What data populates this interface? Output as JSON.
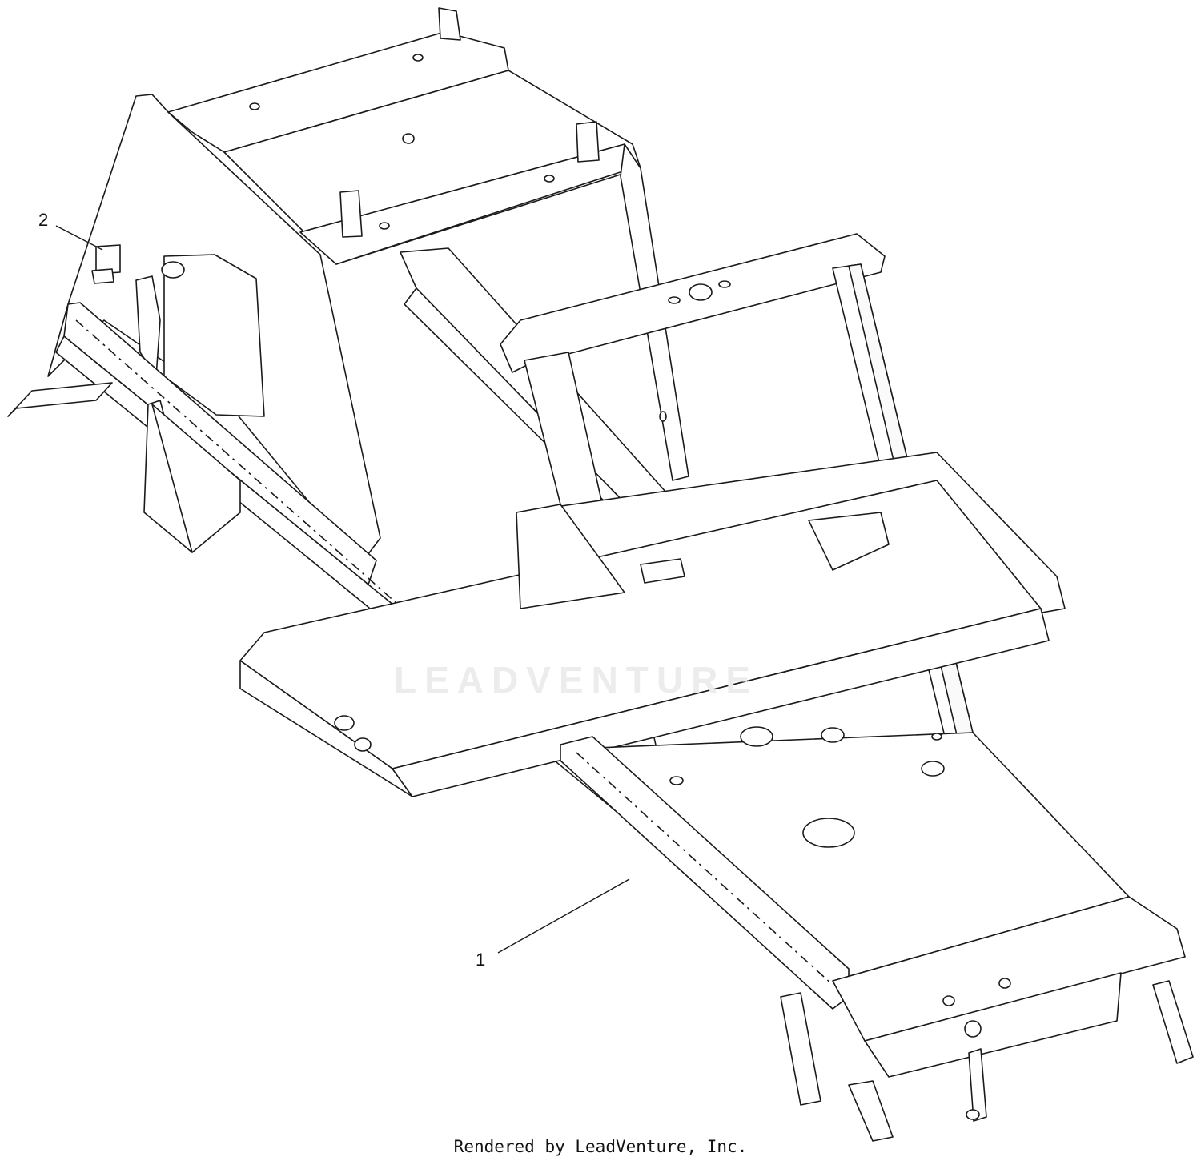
{
  "diagram": {
    "callouts": [
      {
        "id": "2",
        "label": "2"
      },
      {
        "id": "1",
        "label": "1"
      }
    ],
    "watermark": "LEADVENTURE",
    "footer": "Rendered by LeadVenture, Inc."
  },
  "colors": {
    "line": "#1a1a1a",
    "watermark": "#ececec",
    "background": "#ffffff"
  }
}
